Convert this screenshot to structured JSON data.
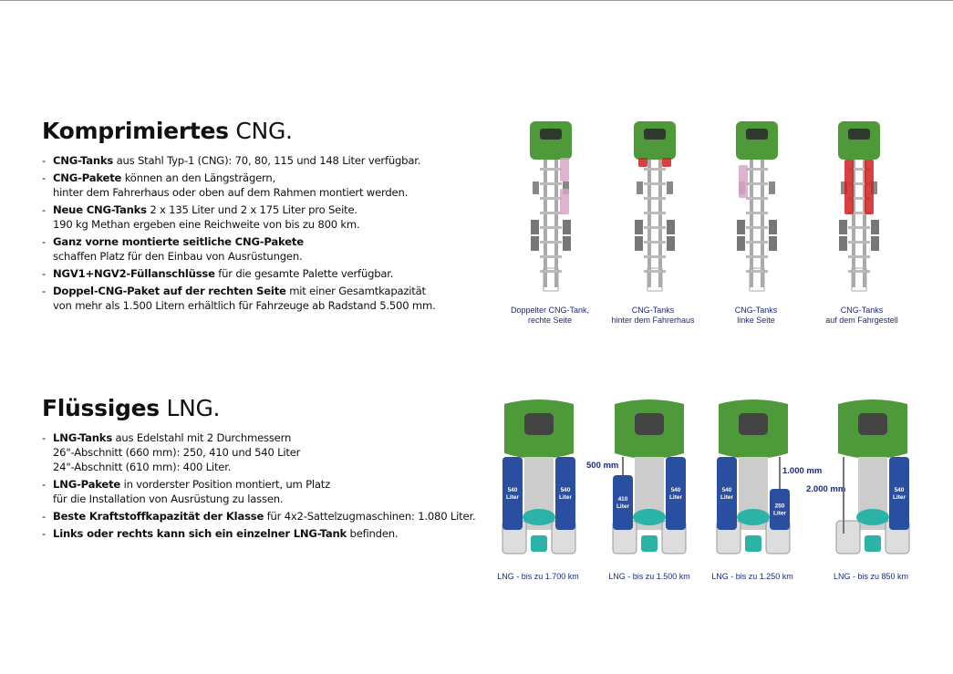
{
  "cng": {
    "title_bold": "Komprimiertes",
    "title_rest": " CNG.",
    "items": [
      {
        "bold": "CNG-Tanks",
        "text": " aus Stahl Typ-1 (CNG): 70, 80, 115 und 148 Liter verfügbar.",
        "line2": ""
      },
      {
        "bold": "CNG-Pakete",
        "text": " können an den Längsträgern,",
        "line2": "hinter dem Fahrerhaus oder oben auf dem Rahmen montiert werden."
      },
      {
        "bold": "Neue CNG-Tanks",
        "text": " 2 x 135 Liter und 2 x 175 Liter pro Seite.",
        "line2": "190 kg Methan ergeben eine Reichweite von bis zu 800 km."
      },
      {
        "bold": "Ganz vorne montierte seitliche CNG-Pakete",
        "text": "",
        "line2": "schaffen Platz für den Einbau von Ausrüstungen."
      },
      {
        "bold": "NGV1+NGV2-Füllanschlüsse",
        "text": " für die gesamte Palette verfügbar.",
        "line2": ""
      },
      {
        "bold": "Doppel-CNG-Paket auf der rechten Seite",
        "text": " mit einer Gesamtkapazität",
        "line2": "von mehr als 1.500 Litern erhältlich für Fahrzeuge ab Radstand 5.500 mm."
      }
    ],
    "figures": [
      {
        "line1": "Doppelter CNG-Tank,",
        "line2": "rechte Seite"
      },
      {
        "line1": "CNG-Tanks",
        "line2": "hinter dem Fahrerhaus"
      },
      {
        "line1": "CNG-Tanks",
        "line2": "linke Seite"
      },
      {
        "line1": "CNG-Tanks",
        "line2": "auf dem Fahrgestell"
      }
    ]
  },
  "lng": {
    "title_bold": "Flüssiges",
    "title_rest": " LNG.",
    "items": [
      {
        "bold": "LNG-Tanks",
        "text": " aus Edelstahl mit 2 Durchmessern",
        "line2": "26\"-Abschnitt (660 mm): 250, 410 und 540 Liter",
        "line3": "24\"-Abschnitt (610 mm): 400 Liter."
      },
      {
        "bold": "LNG-Pakete",
        "text": " in vorderster Position montiert, um Platz",
        "line2": "für die Installation von Ausrüstung zu lassen.",
        "line3": ""
      },
      {
        "bold": "Beste Kraftstoffkapazität der Klasse",
        "text": " für 4x2-Sattelzugmaschinen: 1.080 Liter.",
        "line2": "",
        "line3": ""
      },
      {
        "bold": "Links oder rechts kann sich ein einzelner LNG-Tank",
        "text": " befinden.",
        "line2": "",
        "line3": ""
      }
    ],
    "figures": [
      {
        "caption": "LNG - bis zu 1.700 km",
        "left_tank": "540",
        "right_tank": "540",
        "dim": ""
      },
      {
        "caption": "LNG - bis zu 1.500 km",
        "left_tank": "410",
        "right_tank": "540",
        "dim": "500 mm"
      },
      {
        "caption": "LNG - bis zu 1.250 km",
        "left_tank": "540",
        "right_tank": "250",
        "dim": "1.000 mm"
      },
      {
        "caption": "LNG - bis zu 850 km",
        "left_tank": "",
        "right_tank": "540",
        "dim": "2.000 mm"
      }
    ],
    "tank_unit": "Liter"
  },
  "colors": {
    "cab": "#4e9a3a",
    "tank": "#2a4fa0",
    "caption": "#1a2a80",
    "cng_tank_red": "#d02020",
    "coupling": "#2bb3a8"
  }
}
